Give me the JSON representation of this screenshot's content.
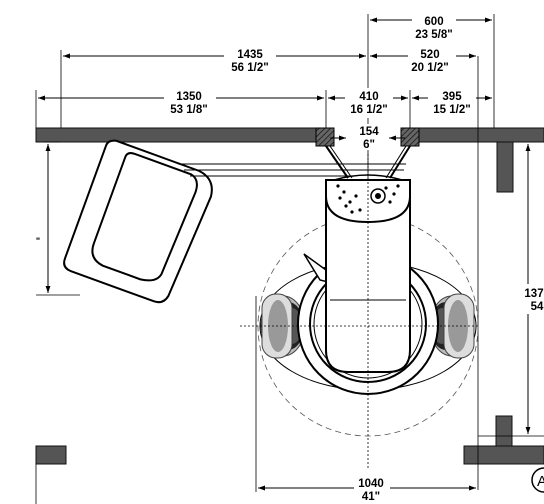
{
  "dimensions": [
    {
      "id": "d600",
      "mm": "600",
      "in": "23 5/8\""
    },
    {
      "id": "d1435",
      "mm": "1435",
      "in": "56 1/2\""
    },
    {
      "id": "d520",
      "mm": "520",
      "in": "20 1/2\""
    },
    {
      "id": "d1350",
      "mm": "1350",
      "in": "53 1/8\""
    },
    {
      "id": "d410",
      "mm": "410",
      "in": "16 1/2\""
    },
    {
      "id": "d395",
      "mm": "395",
      "in": "15 1/2\""
    },
    {
      "id": "d154",
      "mm": "154",
      "in": "6\""
    },
    {
      "id": "d137",
      "mm": "137",
      "in": "54"
    },
    {
      "id": "d1040",
      "mm": "1040",
      "in": "41\""
    }
  ],
  "left_partial_label": "\"",
  "corner_marker": "A"
}
